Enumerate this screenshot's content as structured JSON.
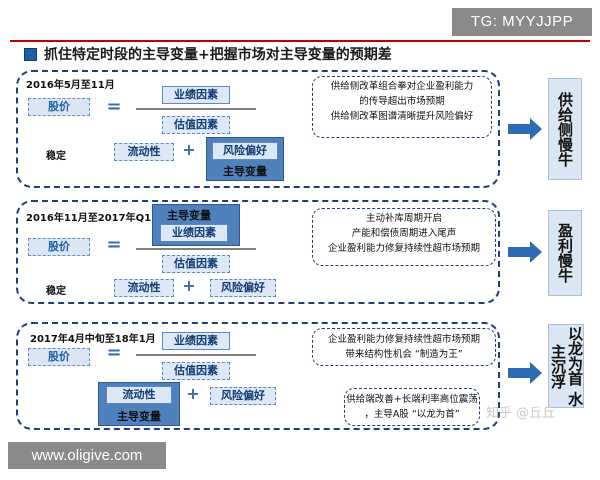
{
  "watermark_top": "TG: MYYJJPP",
  "watermark_bottom": "www.oligive.com",
  "title": "抓住特定时段的主导变量+把握市场对主导变量的预期差",
  "zhihu_watermark": "知乎 @丘丘",
  "panel1": {
    "period": "2016年5月至11月",
    "stock": "股价",
    "equals": "=",
    "earnings": "业绩因素",
    "valuation": "估值因素",
    "stable": "稳定",
    "liquidity": "流动性",
    "plus": "+",
    "risk": "风险偏好",
    "dominant": "主导变量",
    "note_lines": [
      "供给侧改革组合拳对企业盈利能力",
      "的传导超出市场预期",
      "供给侧改革图谱清晰提升风险偏好"
    ],
    "result": "供给侧慢牛"
  },
  "panel2": {
    "period": "2016年11月至2017年Q1",
    "dominant": "主导变量",
    "earnings": "业绩因素",
    "stock": "股价",
    "equals": "=",
    "valuation": "估值因素",
    "stable": "稳定",
    "liquidity": "流动性",
    "plus": "+",
    "risk": "风险偏好",
    "note_lines": [
      "主动补库周期开启",
      "产能和偿债周期进入尾声",
      "企业盈利能力修复持续性超市场预期"
    ],
    "result": "盈利慢牛"
  },
  "panel3": {
    "period": "2017年4月中旬至18年1月",
    "stock": "股价",
    "equals": "=",
    "earnings": "业绩因素",
    "valuation": "估值因素",
    "liquidity": "流动性",
    "plus": "+",
    "risk": "风险偏好",
    "dominant": "主导变量",
    "note1_lines": [
      "企业盈利能力修复持续性超市场预期",
      "带来结构性机会 “制造为王”"
    ],
    "note2_lines": [
      "供给端改善+长端利率高位震荡",
      "，主导A股 “以龙为首”"
    ],
    "result_col1": "以龙为首",
    "result_col2": "水主沉浮"
  },
  "colors": {
    "accent_blue": "#4f81bd",
    "arrow_blue": "#2e6bb5",
    "title_rule": "#c00000",
    "panel_border": "#1f3f78"
  }
}
